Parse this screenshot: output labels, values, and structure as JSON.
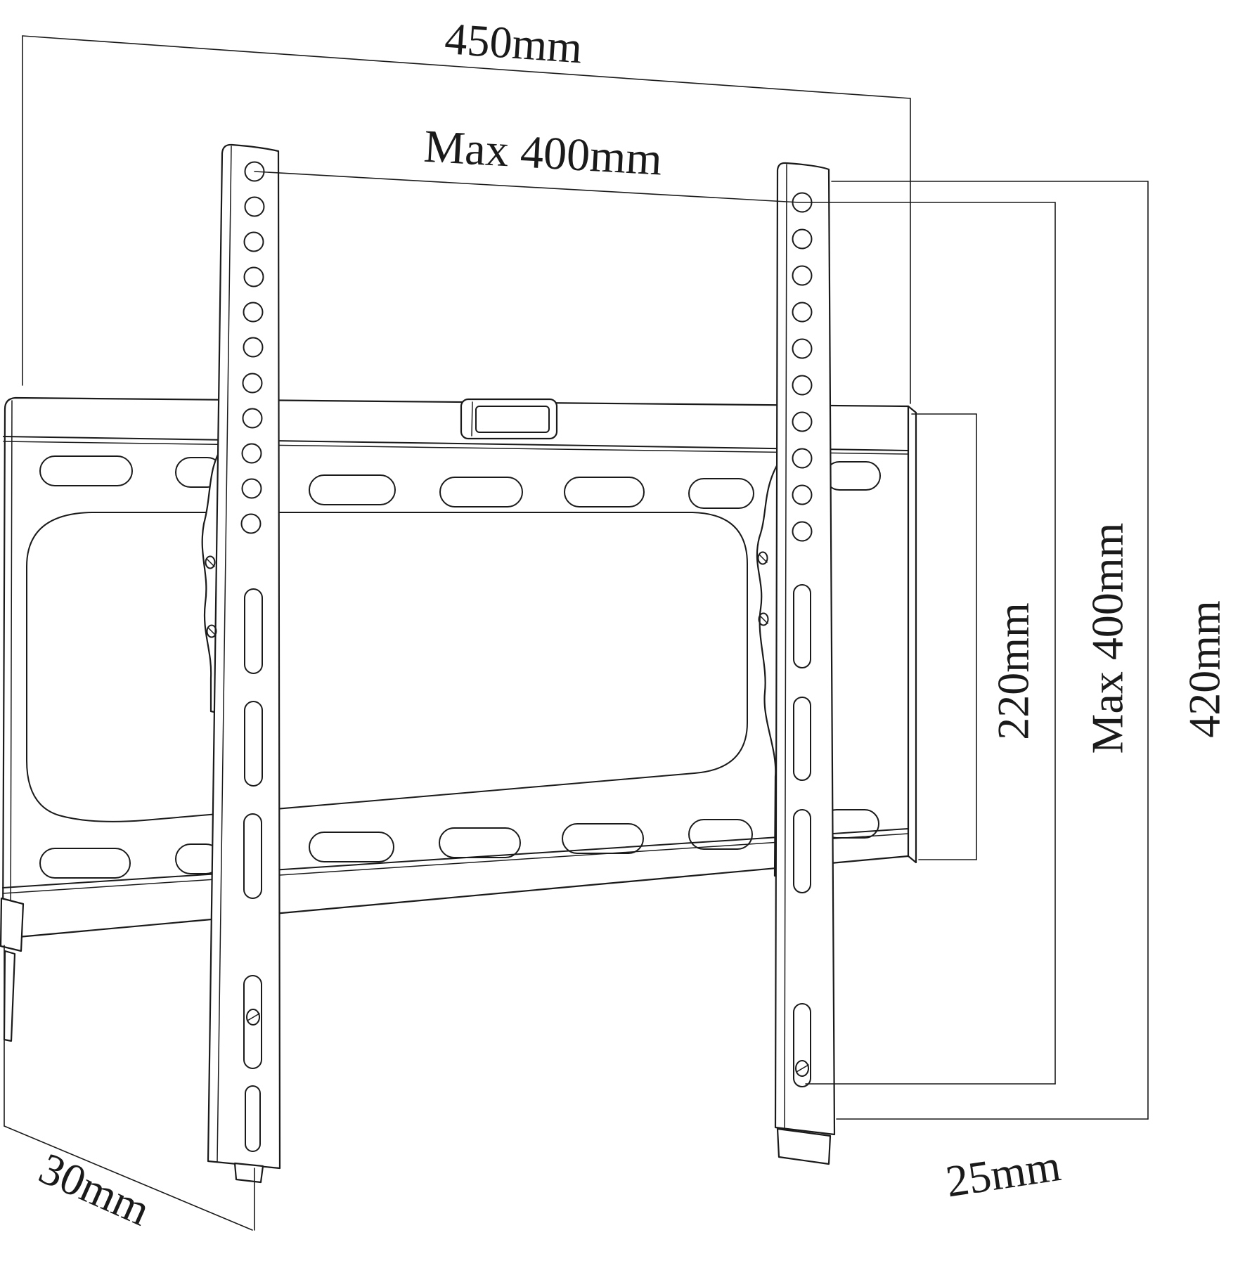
{
  "page": {
    "background_color": "#ffffff",
    "line_color": "#1a1a1a",
    "description": "Technical line drawing of fixed TV wall mount bracket with dimensions"
  },
  "labels": {
    "width_total": "450mm",
    "vesa_horizontal": "Max 400mm",
    "plate_height": "220mm",
    "vesa_vertical": "Max 400mm",
    "bracket_height": "420mm",
    "bottom_offset": "25mm",
    "depth": "30mm"
  }
}
